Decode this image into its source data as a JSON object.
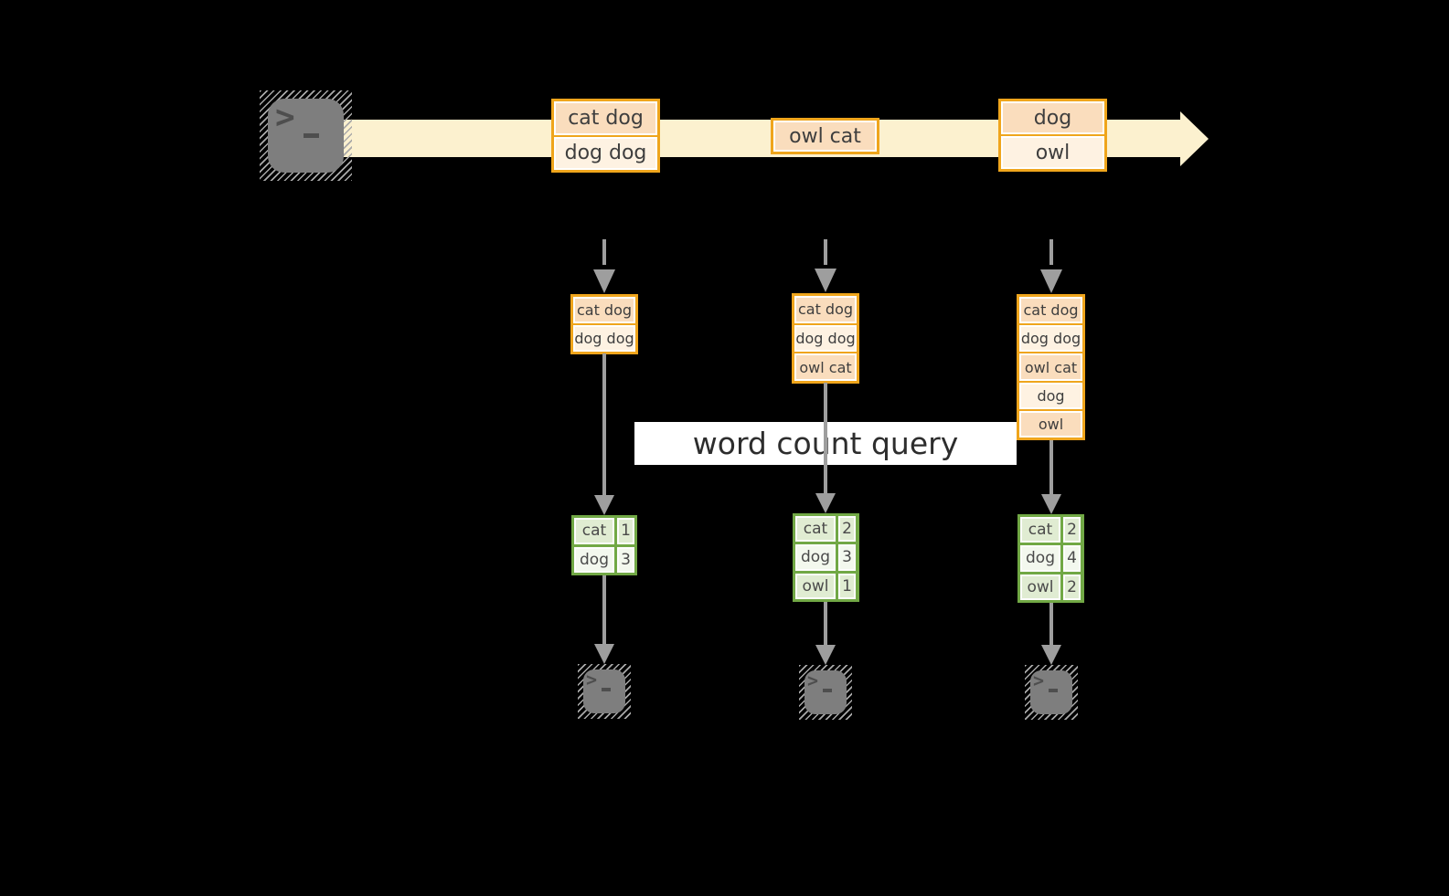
{
  "stream": {
    "source_icon": "terminal-icon",
    "prompt_chevron": ">",
    "messages": [
      {
        "rows": [
          "cat dog",
          "dog dog"
        ]
      },
      {
        "rows": [
          "owl cat"
        ]
      },
      {
        "rows": [
          "dog",
          "owl"
        ]
      }
    ]
  },
  "query": {
    "label": "word count query"
  },
  "columns": [
    {
      "buffer": [
        "cat dog",
        "dog dog"
      ],
      "counts": [
        {
          "word": "cat",
          "count": "1"
        },
        {
          "word": "dog",
          "count": "3"
        }
      ]
    },
    {
      "buffer": [
        "cat dog",
        "dog dog",
        "owl cat"
      ],
      "counts": [
        {
          "word": "cat",
          "count": "2"
        },
        {
          "word": "dog",
          "count": "3"
        },
        {
          "word": "owl",
          "count": "1"
        }
      ]
    },
    {
      "buffer": [
        "cat dog",
        "dog dog",
        "owl cat",
        "dog",
        "owl"
      ],
      "counts": [
        {
          "word": "cat",
          "count": "2"
        },
        {
          "word": "dog",
          "count": "4"
        },
        {
          "word": "owl",
          "count": "2"
        }
      ]
    }
  ],
  "colors": {
    "stream_fill": "#FCF1CF",
    "box_border": "#EFA51C",
    "box_fill_dark": "#FADDBD",
    "box_fill_light": "#FEF2E2",
    "table_border": "#71A845",
    "table_fill_dark": "#E0ECD2",
    "table_fill_light": "#F3F8EE",
    "arrow_gray": "#9E9E9E",
    "terminal_gray": "#7E7E7E",
    "query_band_bg": "#FFFFFF",
    "background": "#000000"
  }
}
